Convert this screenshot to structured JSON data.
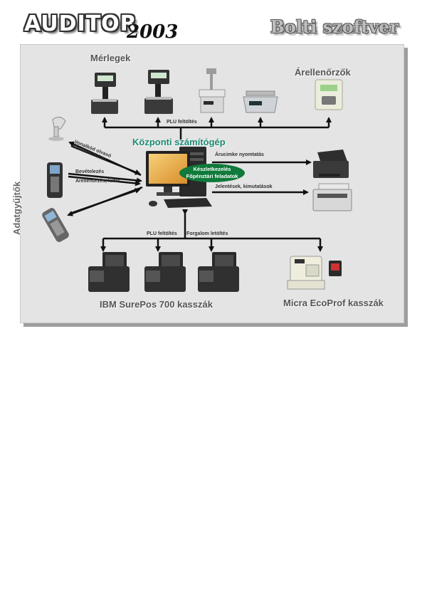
{
  "header": {
    "logo": "AUDITOR",
    "year": "2003",
    "subtitle": "Bolti szoftver"
  },
  "diagram": {
    "scales_title": "Mérlegek",
    "price_checkers_title": "Árellenőrzők",
    "plu_upload_top": "PLU feltöltés",
    "central_title": "Központi számítógép",
    "central_tasks": [
      "Készletkezelés",
      "Főpénztári feladatok"
    ],
    "barcode_reader": [
      "Vonalkód olvasó",
      "bevételezéshez"
    ],
    "receiving": "Bevételezés",
    "price_check_inventory": "Árellenőrzés, leltár",
    "collectors_title": "Adatgyűjtők",
    "label_printing": "Árucimke nyomtatás",
    "reports": "Jelentések, kimutatások",
    "plu_upload_bottom": "PLU feltöltés",
    "traffic_download": "Forgalom letöltés",
    "ibm_pos": "IBM SurePos 700 kasszák",
    "micra_pos": "Micra EcoProf kasszák"
  }
}
